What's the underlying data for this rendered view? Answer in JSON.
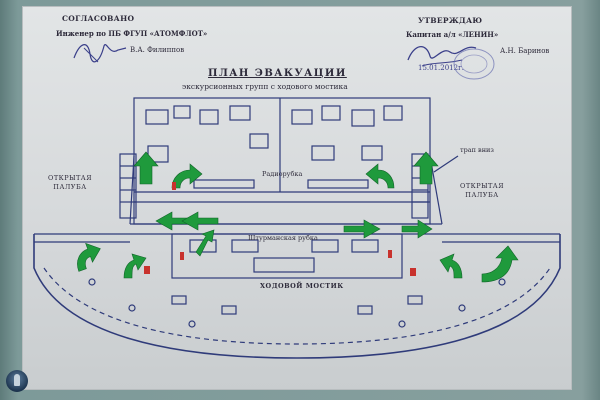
{
  "header": {
    "approved_title": "СОГЛАСОВАНО",
    "approved_role": "Инженер по ПБ ФГУП «АТОМФЛОТ»",
    "approved_name": "В.А. Филиппов",
    "confirm_title": "УТВЕРЖДАЮ",
    "confirm_role": "Капитан а/л «ЛЕНИН»",
    "confirm_name": "А.Н. Баринов",
    "confirm_date": "15.01.2012г."
  },
  "plan": {
    "title": "ПЛАН    ЭВАКУАЦИИ",
    "subtitle": "экскурсионных групп с ходового мостика",
    "labels": {
      "open_deck_left": "ОТКРЫТАЯ\nПАЛУБА",
      "open_deck_right": "ОТКРЫТАЯ\nПАЛУБА",
      "ladder": "трап вниз",
      "radio_room": "Радиорубка",
      "navigator_room": "Штурманская рубка",
      "bridge": "ХОДОВОЙ МОСТИК"
    }
  },
  "colors": {
    "arrow_green": "#1f9a3c",
    "line_blue": "#2f3b7a",
    "ink": "#2d2a3a",
    "alert_red": "#c8322d"
  },
  "icons": [
    "evacuation-arrow-icon",
    "fire-extinguisher-icon",
    "seal-stamp-icon",
    "site-logo-icon"
  ]
}
